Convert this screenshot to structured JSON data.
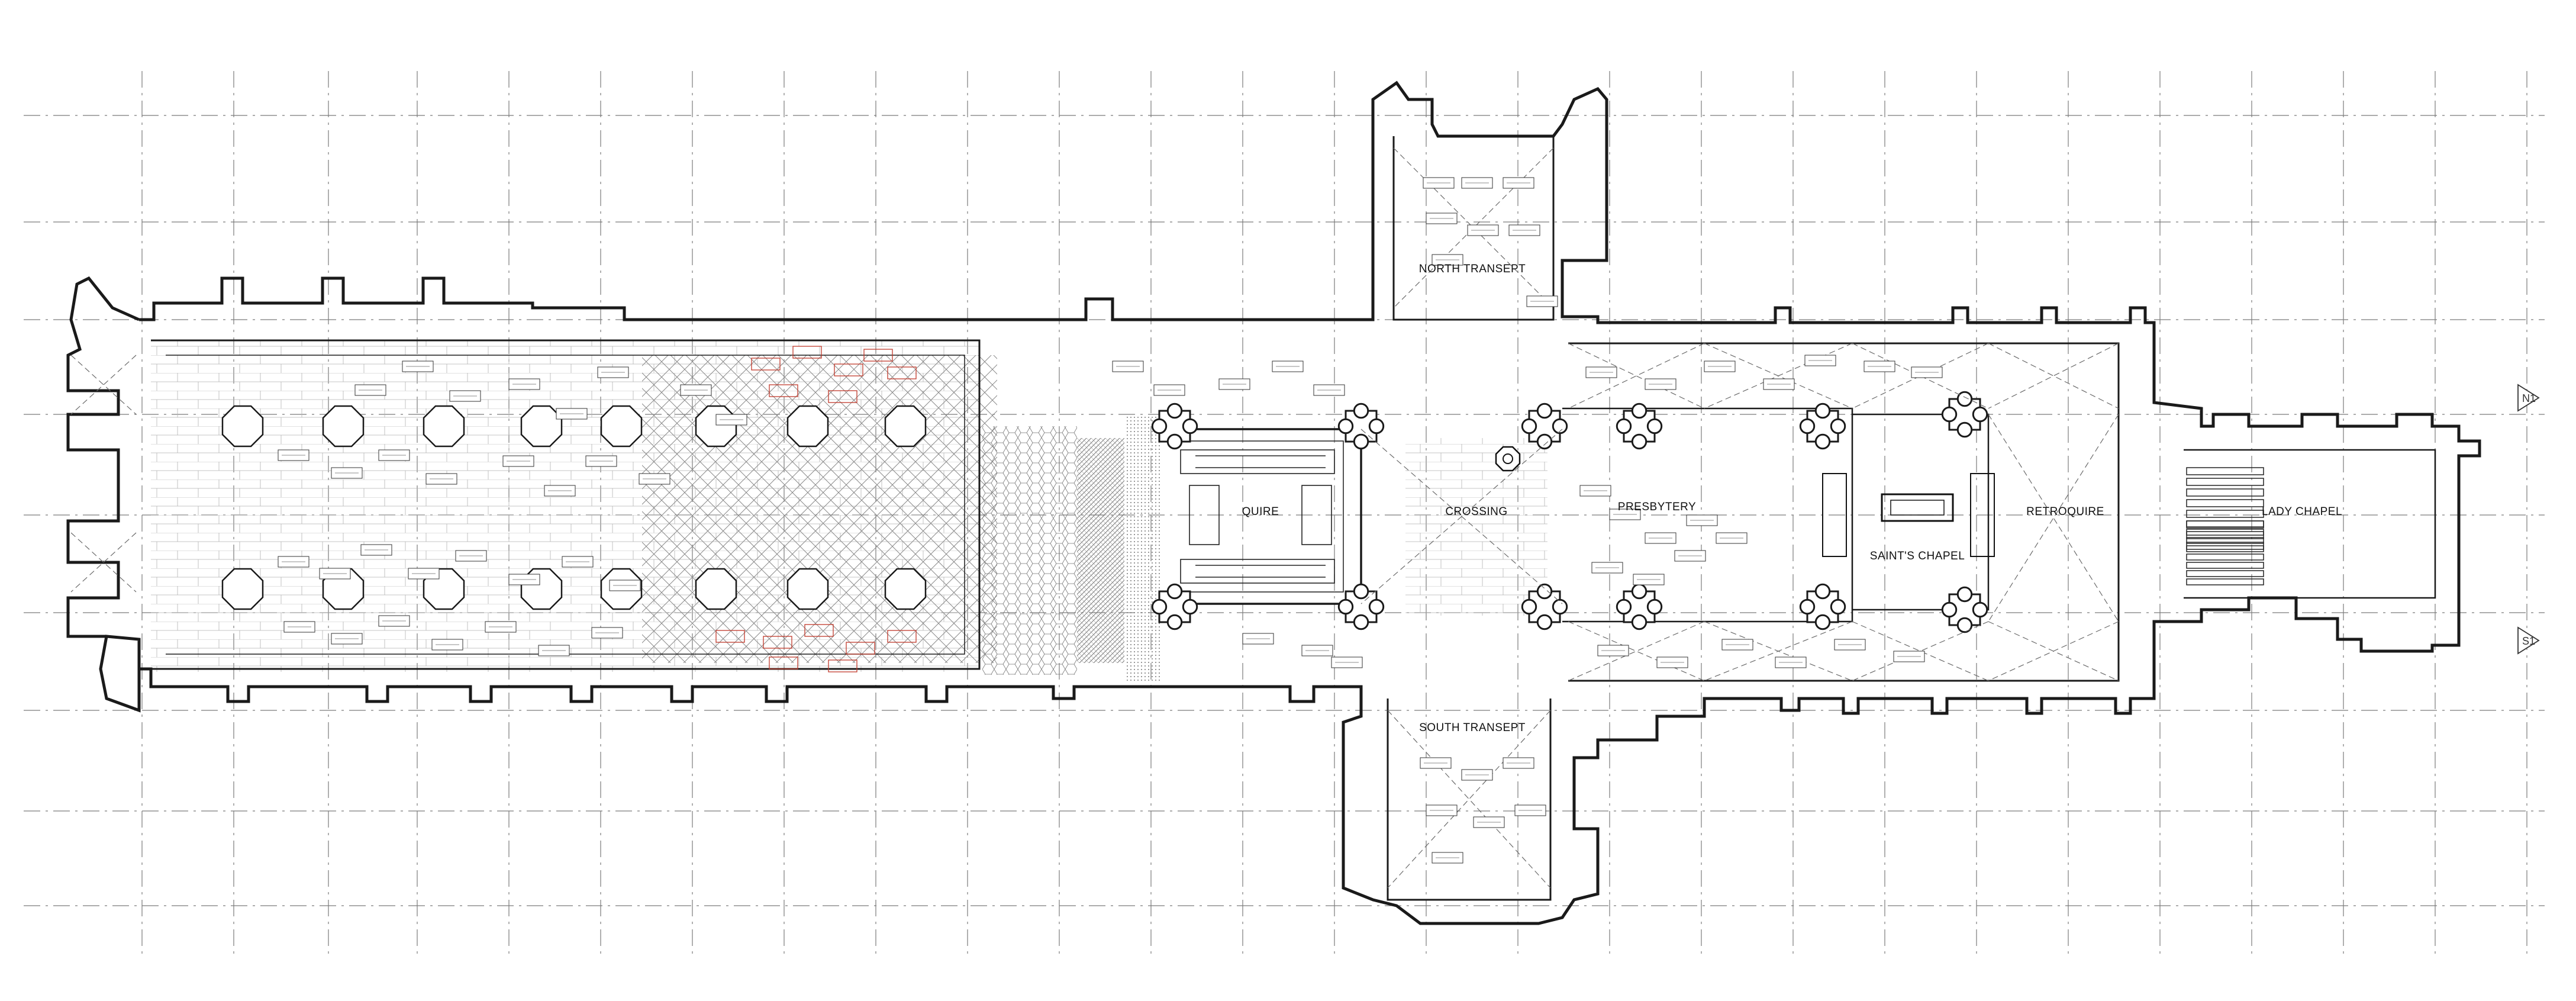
{
  "labels": {
    "north_transept": "NORTH TRANSEPT",
    "south_transept": "SOUTH TRANSEPT",
    "quire": "QUIRE",
    "crossing": "CROSSING",
    "presbytery": "PRESBYTERY",
    "saints_chapel": "SAINT'S CHAPEL",
    "retroquire": "RETROQUIRE",
    "lady_chapel": "LADY CHAPEL"
  },
  "markers": {
    "n1": "N1",
    "s1": "S1"
  },
  "colors": {
    "line": "#1a1a1a",
    "grid": "#7a7a7a",
    "detail": "#555555",
    "accent_red": "#c0392b",
    "hatch": "#9a9a9a"
  }
}
